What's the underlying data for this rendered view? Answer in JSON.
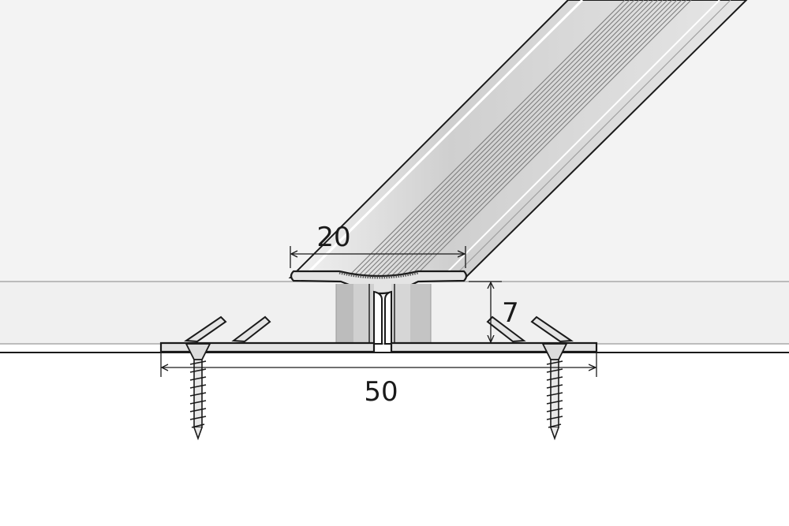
{
  "dimensions": {
    "top_width": "20",
    "height": "7",
    "base_width": "50"
  },
  "colors": {
    "floor_surface": "#f3f3f3",
    "floor_edge": "#dcdcdc",
    "line": "#1a1a1a",
    "metal_light": "#d6d6d6",
    "metal_dark": "#8c8c8c"
  }
}
